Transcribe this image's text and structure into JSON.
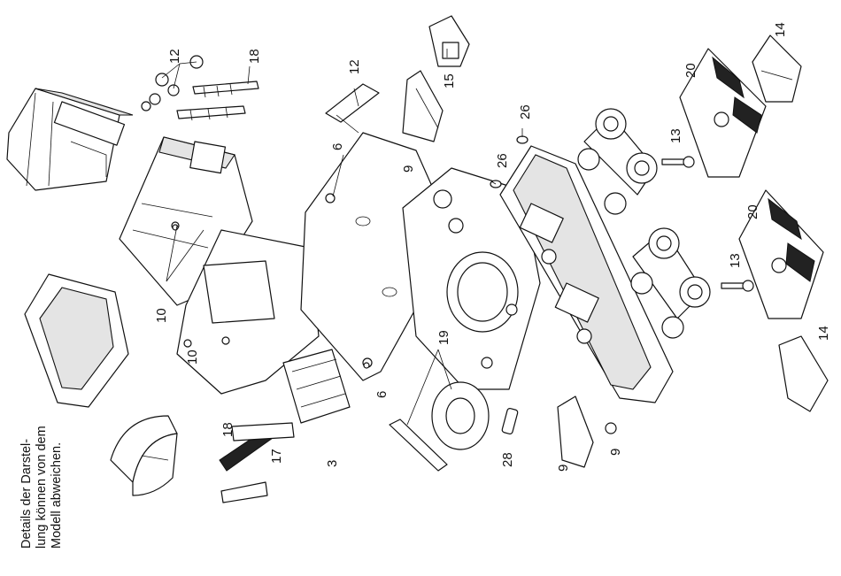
{
  "note": {
    "lines": [
      "Details der Darstel-",
      "lung können von dem",
      "Modell abweichen."
    ]
  },
  "callouts": {
    "c12_top": "12",
    "c18_top": "18",
    "c12_mid": "12",
    "c15": "15",
    "c14_top": "14",
    "c20_top": "20",
    "c26_a": "26",
    "c26_b": "26",
    "c6_top": "6",
    "c9_top": "9",
    "c13_top": "13",
    "c20_bottom": "20",
    "c13_bottom": "13",
    "c14_bottom": "14",
    "c10_mid": "10",
    "c10_low": "10",
    "c6_low": "6",
    "c19": "19",
    "c28": "28",
    "c9_low_a": "9",
    "c9_low_b": "9",
    "c18_low": "18",
    "c17": "17",
    "c3": "3"
  },
  "colors": {
    "line": "#111111",
    "background": "#ffffff"
  }
}
